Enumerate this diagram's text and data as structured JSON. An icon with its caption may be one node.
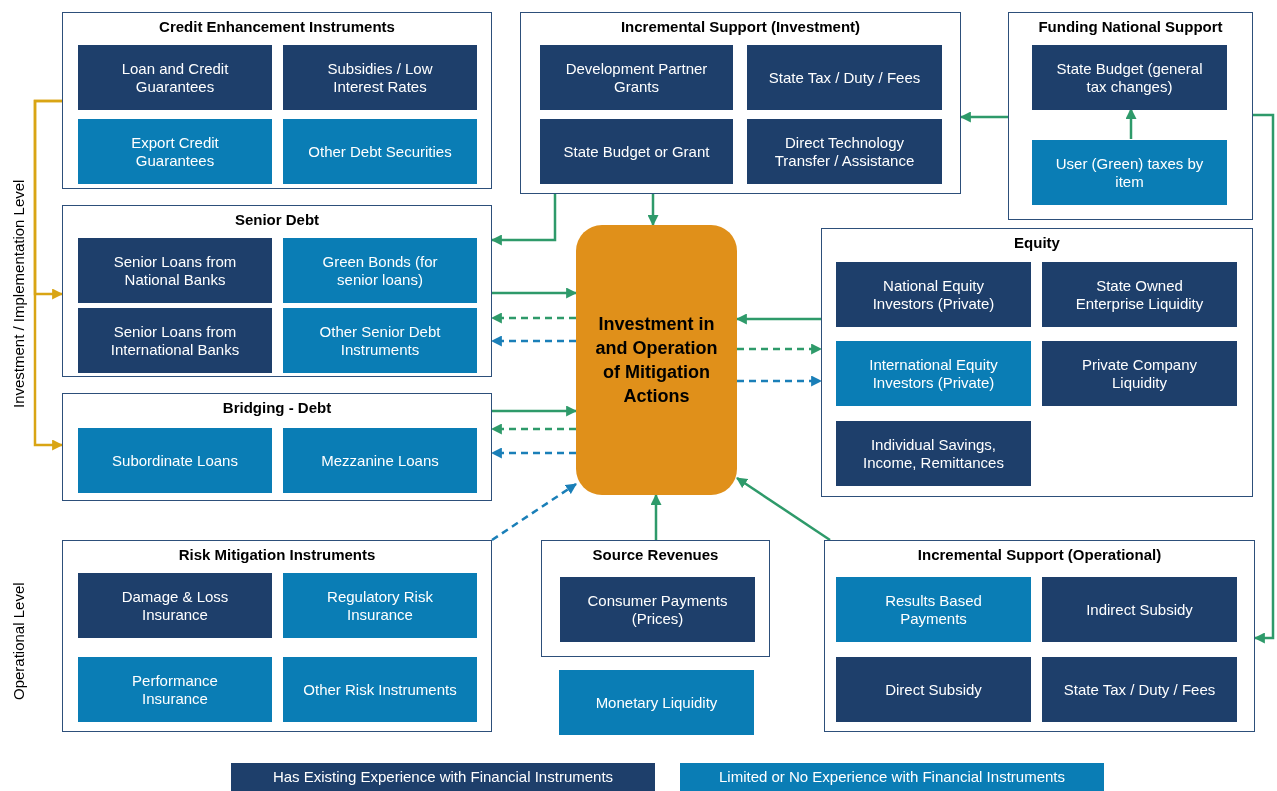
{
  "diagram": {
    "nodes": [
      {
        "text": [
          "Credit Enhancement Instruments"
        ]
      },
      {
        "text": [
          "Loan and Credit Guarantees"
        ],
        "in": 0
      },
      {
        "text": [
          "Subsidies / Low Interest Rates"
        ],
        "in": 0
      },
      {
        "text": [
          "Export Credit Guarantees"
        ],
        "in": 0
      },
      {
        "text": [
          "Other Debt Securities"
        ],
        "in": 0
      },
      {
        "text": [
          "Incremental Support (Investment)"
        ]
      },
      {
        "text": [
          "Development Partner Grants"
        ],
        "in": 5
      },
      {
        "text": [
          "State Tax / Duty / Fees"
        ],
        "in": 5
      },
      {
        "text": [
          "State Budget or Grant"
        ],
        "in": 5
      },
      {
        "text": [
          "Direct Technology Transfer / Assistance"
        ],
        "in": 5
      },
      {
        "text": [
          "Funding National Support"
        ]
      },
      {
        "text": [
          "State Budget (general tax changes)"
        ],
        "in": 10
      },
      {
        "text": [
          "User (Green) taxes by item"
        ],
        "in": 10
      },
      {
        "text": [
          "Senior Debt"
        ]
      },
      {
        "text": [
          "Senior Loans from National Banks"
        ],
        "in": 13
      },
      {
        "text": [
          "Green Bonds (for senior loans)"
        ],
        "in": 13
      },
      {
        "text": [
          "Senior Loans from International Banks"
        ],
        "in": 13
      },
      {
        "text": [
          "Other Senior Debt Instruments"
        ],
        "in": 13
      },
      {
        "text": [
          "Investment in and Operation of Mitigation Actions"
        ]
      },
      {
        "text": [
          "Equity"
        ]
      },
      {
        "text": [
          "National Equity Investors (Private)"
        ],
        "in": 19
      },
      {
        "text": [
          "State Owned Enterprise Liquidity"
        ],
        "in": 19
      },
      {
        "text": [
          "International Equity Investors (Private)"
        ],
        "in": 19
      },
      {
        "text": [
          "Private Company Liquidity"
        ],
        "in": 19
      },
      {
        "text": [
          "Individual Savings, Income, Remittances"
        ],
        "in": 19
      },
      {
        "text": [
          "Bridging - Debt"
        ]
      },
      {
        "text": [
          "Subordinate Loans"
        ],
        "in": 25
      },
      {
        "text": [
          "Mezzanine Loans"
        ],
        "in": 25
      },
      {
        "text": [
          "Risk Mitigation Instruments"
        ]
      },
      {
        "text": [
          "Damage & Loss Insurance"
        ],
        "in": 28
      },
      {
        "text": [
          "Regulatory Risk Insurance"
        ],
        "in": 28
      },
      {
        "text": [
          "Performance Insurance"
        ],
        "in": 28
      },
      {
        "text": [
          "Other Risk Instruments"
        ],
        "in": 28
      },
      {
        "text": [
          "Source Revenues"
        ]
      },
      {
        "text": [
          "Consumer Payments (Prices)"
        ],
        "in": 33
      },
      {
        "text": [
          "Monetary Liquidity"
        ]
      },
      {
        "text": [
          "Incremental Support (Operational)"
        ]
      },
      {
        "text": [
          "Results Based Payments"
        ],
        "in": 36
      },
      {
        "text": [
          "Indirect Subsidy"
        ],
        "in": 36
      },
      {
        "text": [
          "Direct Subsidy"
        ],
        "in": 36
      },
      {
        "text": [
          "State Tax / Duty / Fees"
        ],
        "in": 36
      }
    ],
    "edges": [
      {
        "from": 5,
        "to": 13,
        "arrow": "to"
      },
      {
        "from": 5,
        "to": 18,
        "arrow": "to"
      },
      {
        "from": 10,
        "to": 5,
        "arrow": "to"
      },
      {
        "from": 12,
        "to": 11,
        "arrow": "to"
      },
      {
        "from": 10,
        "to": 36,
        "arrow": "to"
      },
      {
        "from": 13,
        "to": 18,
        "arrow": "to"
      },
      {
        "from": 18,
        "to": 13,
        "arrow": "to",
        "style": "dashed"
      },
      {
        "from": 18,
        "to": 13,
        "arrow": "to",
        "style": "dashed",
        "color": "#1a7fb8"
      },
      {
        "from": 25,
        "to": 18,
        "arrow": "to"
      },
      {
        "from": 18,
        "to": 25,
        "arrow": "to",
        "style": "dashed"
      },
      {
        "from": 18,
        "to": 25,
        "arrow": "to",
        "style": "dashed",
        "color": "#1a7fb8"
      },
      {
        "from": 28,
        "to": 18,
        "arrow": "to",
        "style": "dashed",
        "color": "#1a7fb8"
      },
      {
        "from": 33,
        "to": 18,
        "arrow": "to"
      },
      {
        "from": 36,
        "to": 18,
        "arrow": "to"
      },
      {
        "from": 19,
        "to": 18,
        "arrow": "to"
      },
      {
        "from": 18,
        "to": 19,
        "arrow": "to",
        "style": "dashed"
      },
      {
        "from": 18,
        "to": 19,
        "arrow": "to",
        "style": "dashed",
        "color": "#1a7fb8"
      },
      {
        "from": 0,
        "to": 13,
        "arrow": "to",
        "color": "#d9a514"
      },
      {
        "from": 0,
        "to": 25,
        "arrow": "to",
        "color": "#d9a514"
      }
    ],
    "labels": [
      "Investment / Implementation Level",
      "Operational Level"
    ],
    "legend": [
      {
        "text": "Has Existing Experience with Financial Instruments",
        "color": "#1e3f6b"
      },
      {
        "text": "Limited or No Experience with Financial Instruments",
        "color": "#0a7db5"
      }
    ]
  }
}
